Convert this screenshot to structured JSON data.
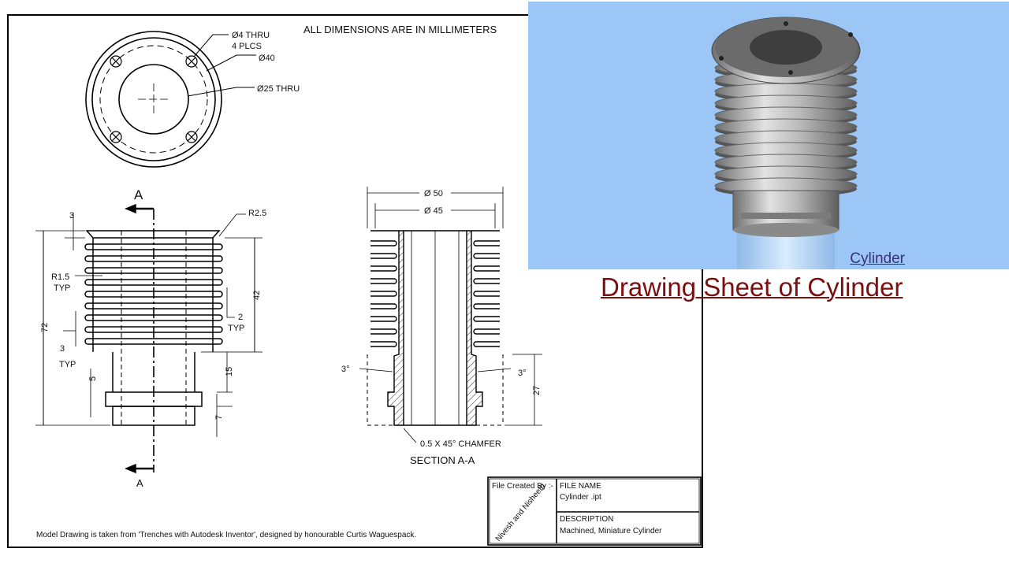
{
  "drawing": {
    "note_units": "ALL DIMENSIONS ARE IN MILLIMETERS",
    "top_view": {
      "hole_callout_1": "Ø4 THRU",
      "hole_callout_2": "4 PLCS",
      "bolt_circle": "Ø40",
      "bore": "Ø25 THRU"
    },
    "front_view": {
      "section_letter_top": "A",
      "section_letter_bottom": "A",
      "dim_3_top": "3",
      "dim_r25": "R2.5",
      "dim_r15": "R1.5",
      "dim_typ_1": "TYP",
      "dim_72": "72",
      "dim_42": "42",
      "dim_2": "2",
      "dim_typ_2": "TYP",
      "dim_3_fin": "3",
      "dim_typ_3": "TYP",
      "dim_15": "15",
      "dim_5": "5",
      "dim_7": "7"
    },
    "section_view": {
      "dim_d50": "Ø 50",
      "dim_d45": "Ø 45",
      "angle_left": "3°",
      "angle_right": "3°",
      "dim_27": "27",
      "chamfer": "0.5 X 45° CHAMFER",
      "title": "SECTION A-A"
    },
    "footer_note": "Model Drawing is taken from 'Trenches with Autodesk Inventor', designed by honourable Curtis Waguespack.",
    "title_block": {
      "created_by_label": "File Created By :-",
      "authors": "Nivesh and Nisheeth",
      "file_name_label": "FILE NAME",
      "file_name": "Cylinder .ipt",
      "description_label": "DESCRIPTION",
      "description": "Machined, Miniature Cylinder"
    }
  },
  "render": {
    "caption": "Cylinder",
    "background": "#9bc6f5"
  },
  "sheet_title": "Drawing Sheet of Cylinder",
  "colors": {
    "title": "#7a0f0f",
    "caption": "#3a2f7a"
  }
}
